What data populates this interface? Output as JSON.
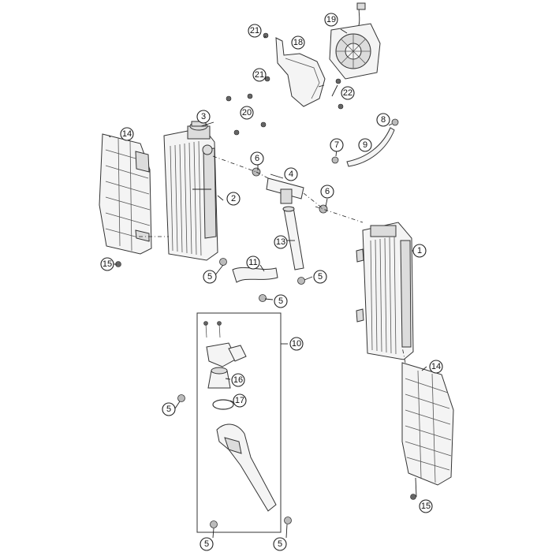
{
  "diagram": {
    "callouts": [
      {
        "id": "c1",
        "number": "1"
      },
      {
        "id": "c2",
        "number": "2"
      },
      {
        "id": "c3",
        "number": "3"
      },
      {
        "id": "c4",
        "number": "4"
      },
      {
        "id": "c5a",
        "number": "5"
      },
      {
        "id": "c5b",
        "number": "5"
      },
      {
        "id": "c5c",
        "number": "5"
      },
      {
        "id": "c5d",
        "number": "5"
      },
      {
        "id": "c5e",
        "number": "5"
      },
      {
        "id": "c5f",
        "number": "5"
      },
      {
        "id": "c6a",
        "number": "6"
      },
      {
        "id": "c6b",
        "number": "6"
      },
      {
        "id": "c7",
        "number": "7"
      },
      {
        "id": "c8",
        "number": "8"
      },
      {
        "id": "c9",
        "number": "9"
      },
      {
        "id": "c10",
        "number": "10"
      },
      {
        "id": "c11",
        "number": "11"
      },
      {
        "id": "c13",
        "number": "13"
      },
      {
        "id": "c14a",
        "number": "14"
      },
      {
        "id": "c14b",
        "number": "14"
      },
      {
        "id": "c15a",
        "number": "15"
      },
      {
        "id": "c15b",
        "number": "15"
      },
      {
        "id": "c16",
        "number": "16"
      },
      {
        "id": "c17",
        "number": "17"
      },
      {
        "id": "c18",
        "number": "18"
      },
      {
        "id": "c19",
        "number": "19"
      },
      {
        "id": "c20",
        "number": "20"
      },
      {
        "id": "c21a",
        "number": "21"
      },
      {
        "id": "c21b",
        "number": "21"
      },
      {
        "id": "c22",
        "number": "22"
      }
    ]
  }
}
